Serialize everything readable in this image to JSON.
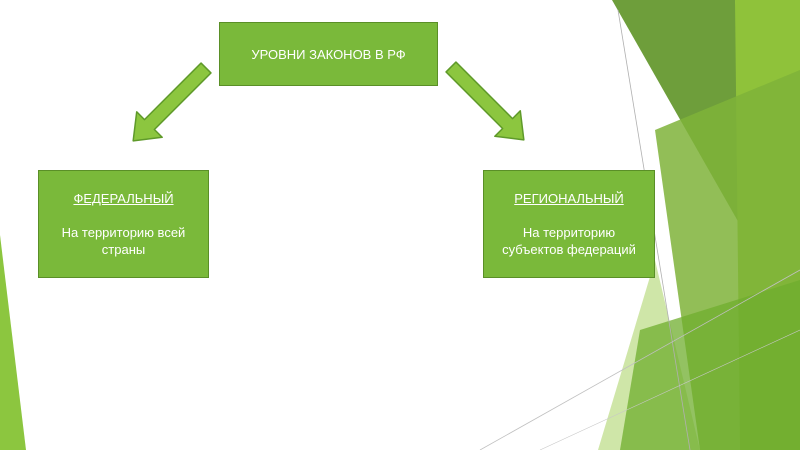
{
  "slide": {
    "title_box": {
      "label": "УРОВНИ ЗАКОНОВ В РФ"
    },
    "left_box": {
      "heading": "ФЕДЕРАЛЬНЫЙ",
      "text": "На территорию всей страны"
    },
    "right_box": {
      "heading": "РЕГИОНАЛЬНЫЙ",
      "text": "На территорию субъектов федераций"
    }
  },
  "colors": {
    "box_fill": "#7ab93a",
    "arrow_fill": "#8cc63f",
    "arrow_stroke": "#5f9a2a",
    "accent_dark": "#5e9a2f",
    "accent_light": "#cfe6a8"
  }
}
